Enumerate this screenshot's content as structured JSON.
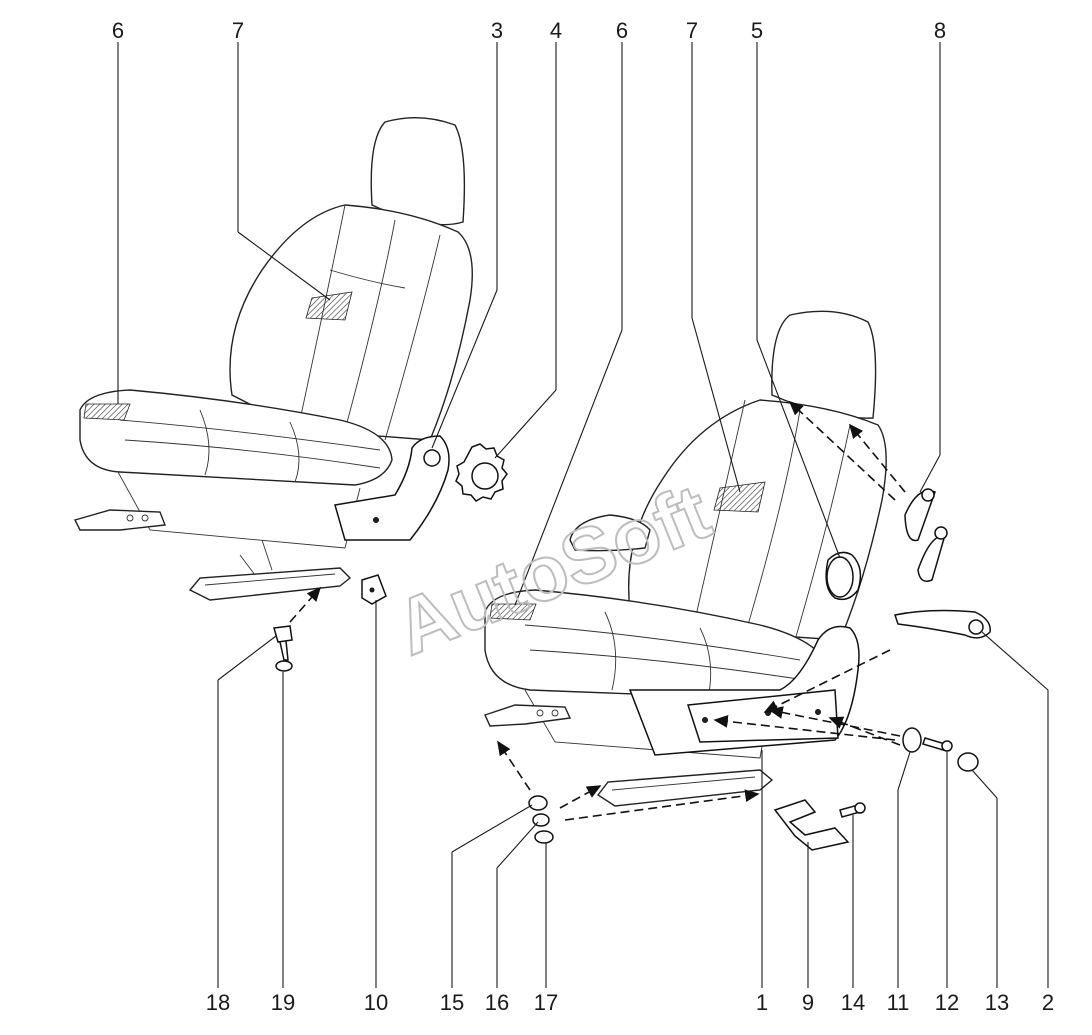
{
  "watermark": "AutoSoft",
  "callouts_top": [
    "6",
    "7",
    "3",
    "4",
    "6",
    "7",
    "5",
    "8"
  ],
  "callouts_bottom": [
    "18",
    "19",
    "10",
    "15",
    "16",
    "17",
    "1",
    "9",
    "14",
    "11",
    "12",
    "13",
    "2"
  ]
}
